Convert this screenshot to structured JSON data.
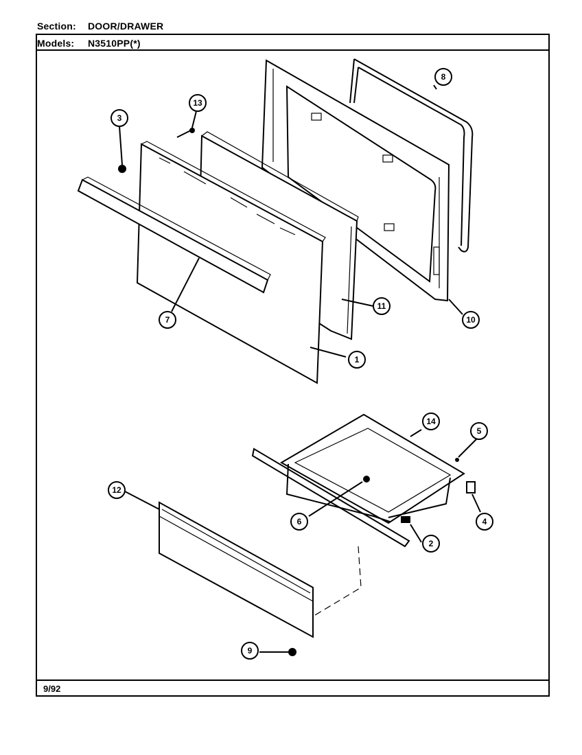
{
  "header": {
    "section_label": "Section:",
    "section_value": "DOOR/DRAWER",
    "models_label": "Models:",
    "models_value": "N3510PP(*)"
  },
  "footer": {
    "date": "9/92"
  },
  "callouts": [
    {
      "id": "1"
    },
    {
      "id": "2"
    },
    {
      "id": "3"
    },
    {
      "id": "4"
    },
    {
      "id": "5"
    },
    {
      "id": "6"
    },
    {
      "id": "7"
    },
    {
      "id": "8"
    },
    {
      "id": "9"
    },
    {
      "id": "10"
    },
    {
      "id": "11"
    },
    {
      "id": "12"
    },
    {
      "id": "13"
    },
    {
      "id": "14"
    }
  ]
}
